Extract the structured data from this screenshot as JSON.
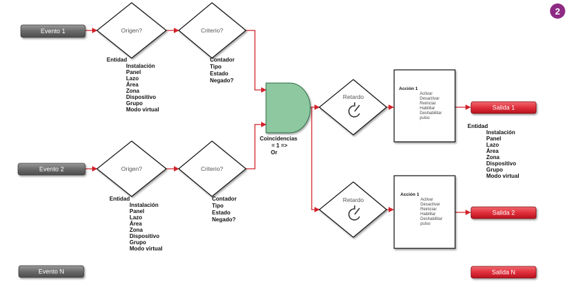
{
  "badge": "2",
  "eventos": [
    "Evento 1",
    "Evento 2",
    "Evento N"
  ],
  "salidas": [
    "Salida 1",
    "Salida 2",
    "Salida N"
  ],
  "origen_label": "Origen?",
  "criterio_label": "Criterio?",
  "retardo_label": "Retardo",
  "entidad_title": "Entidad",
  "entidad_items": [
    "Instalación",
    "Panel",
    "Lazo",
    "Área",
    "Zona",
    "Dispositivo",
    "Grupo",
    "Modo virtual"
  ],
  "criterio_items": [
    "Contador",
    "Tipo",
    "Estado",
    "Negado?"
  ],
  "coincidencias": {
    "title": "Coincidencias",
    "line2": "= 1 =>",
    "line3": "Or"
  },
  "accion": {
    "title": "Acción 1",
    "items": [
      "Activar",
      "Desactivar",
      "Reiniciar",
      "Habilitar",
      "Deshabilitar",
      "pulso"
    ]
  },
  "colors": {
    "arrow": "#d2232a",
    "event_box": "#6d6d6d",
    "output_box": "#e0303c",
    "gate": "#8dc8a0",
    "badge": "#8e2a84"
  }
}
